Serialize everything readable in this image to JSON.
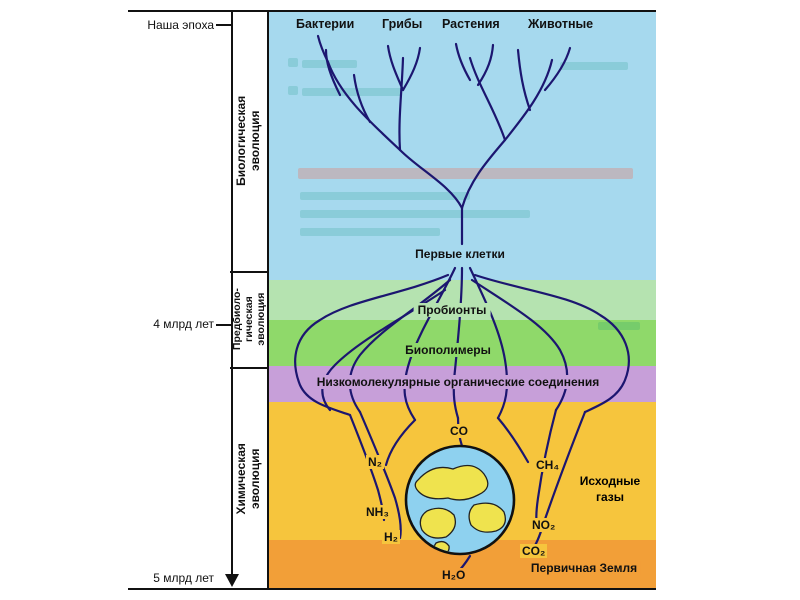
{
  "diagram": {
    "timeline": {
      "top_label": "Наша эпоха",
      "mid_label": "4 млрд лет",
      "bottom_label": "5 млрд лет"
    },
    "eras": [
      {
        "label": "Биологическая эволюция"
      },
      {
        "label": "Предбиоло-гическая эволюция"
      },
      {
        "label": "Химическая эволюция"
      }
    ],
    "kingdoms": [
      "Бактерии",
      "Грибы",
      "Растения",
      "Животные"
    ],
    "stages": {
      "first_cells": "Первые клетки",
      "probionts": "Пробионты",
      "biopolymers": "Биополимеры",
      "low_molecular": "Низкомолекулярные органические соединения"
    },
    "gases": {
      "co": "CO",
      "n2": "N₂",
      "nh3": "NH₃",
      "h2": "H₂",
      "ch4": "CH₄",
      "no2": "NO₂",
      "co2": "CO₂",
      "h2o": "H₂O",
      "source_line1": "Исходные",
      "source_line2": "газы"
    },
    "earth_label": "Первичная Земля",
    "colors": {
      "band_biological": "#a6d9ee",
      "band_probionts": "#b5e3b0",
      "band_biopolymers": "#8fd96a",
      "band_organic": "#c79fd9",
      "band_gases": "#f6c53d",
      "band_primary_earth": "#f29f38",
      "tree_lines": "#1c1670",
      "earth_ocean": "#8ed1ef",
      "earth_land": "#efe34e"
    }
  }
}
